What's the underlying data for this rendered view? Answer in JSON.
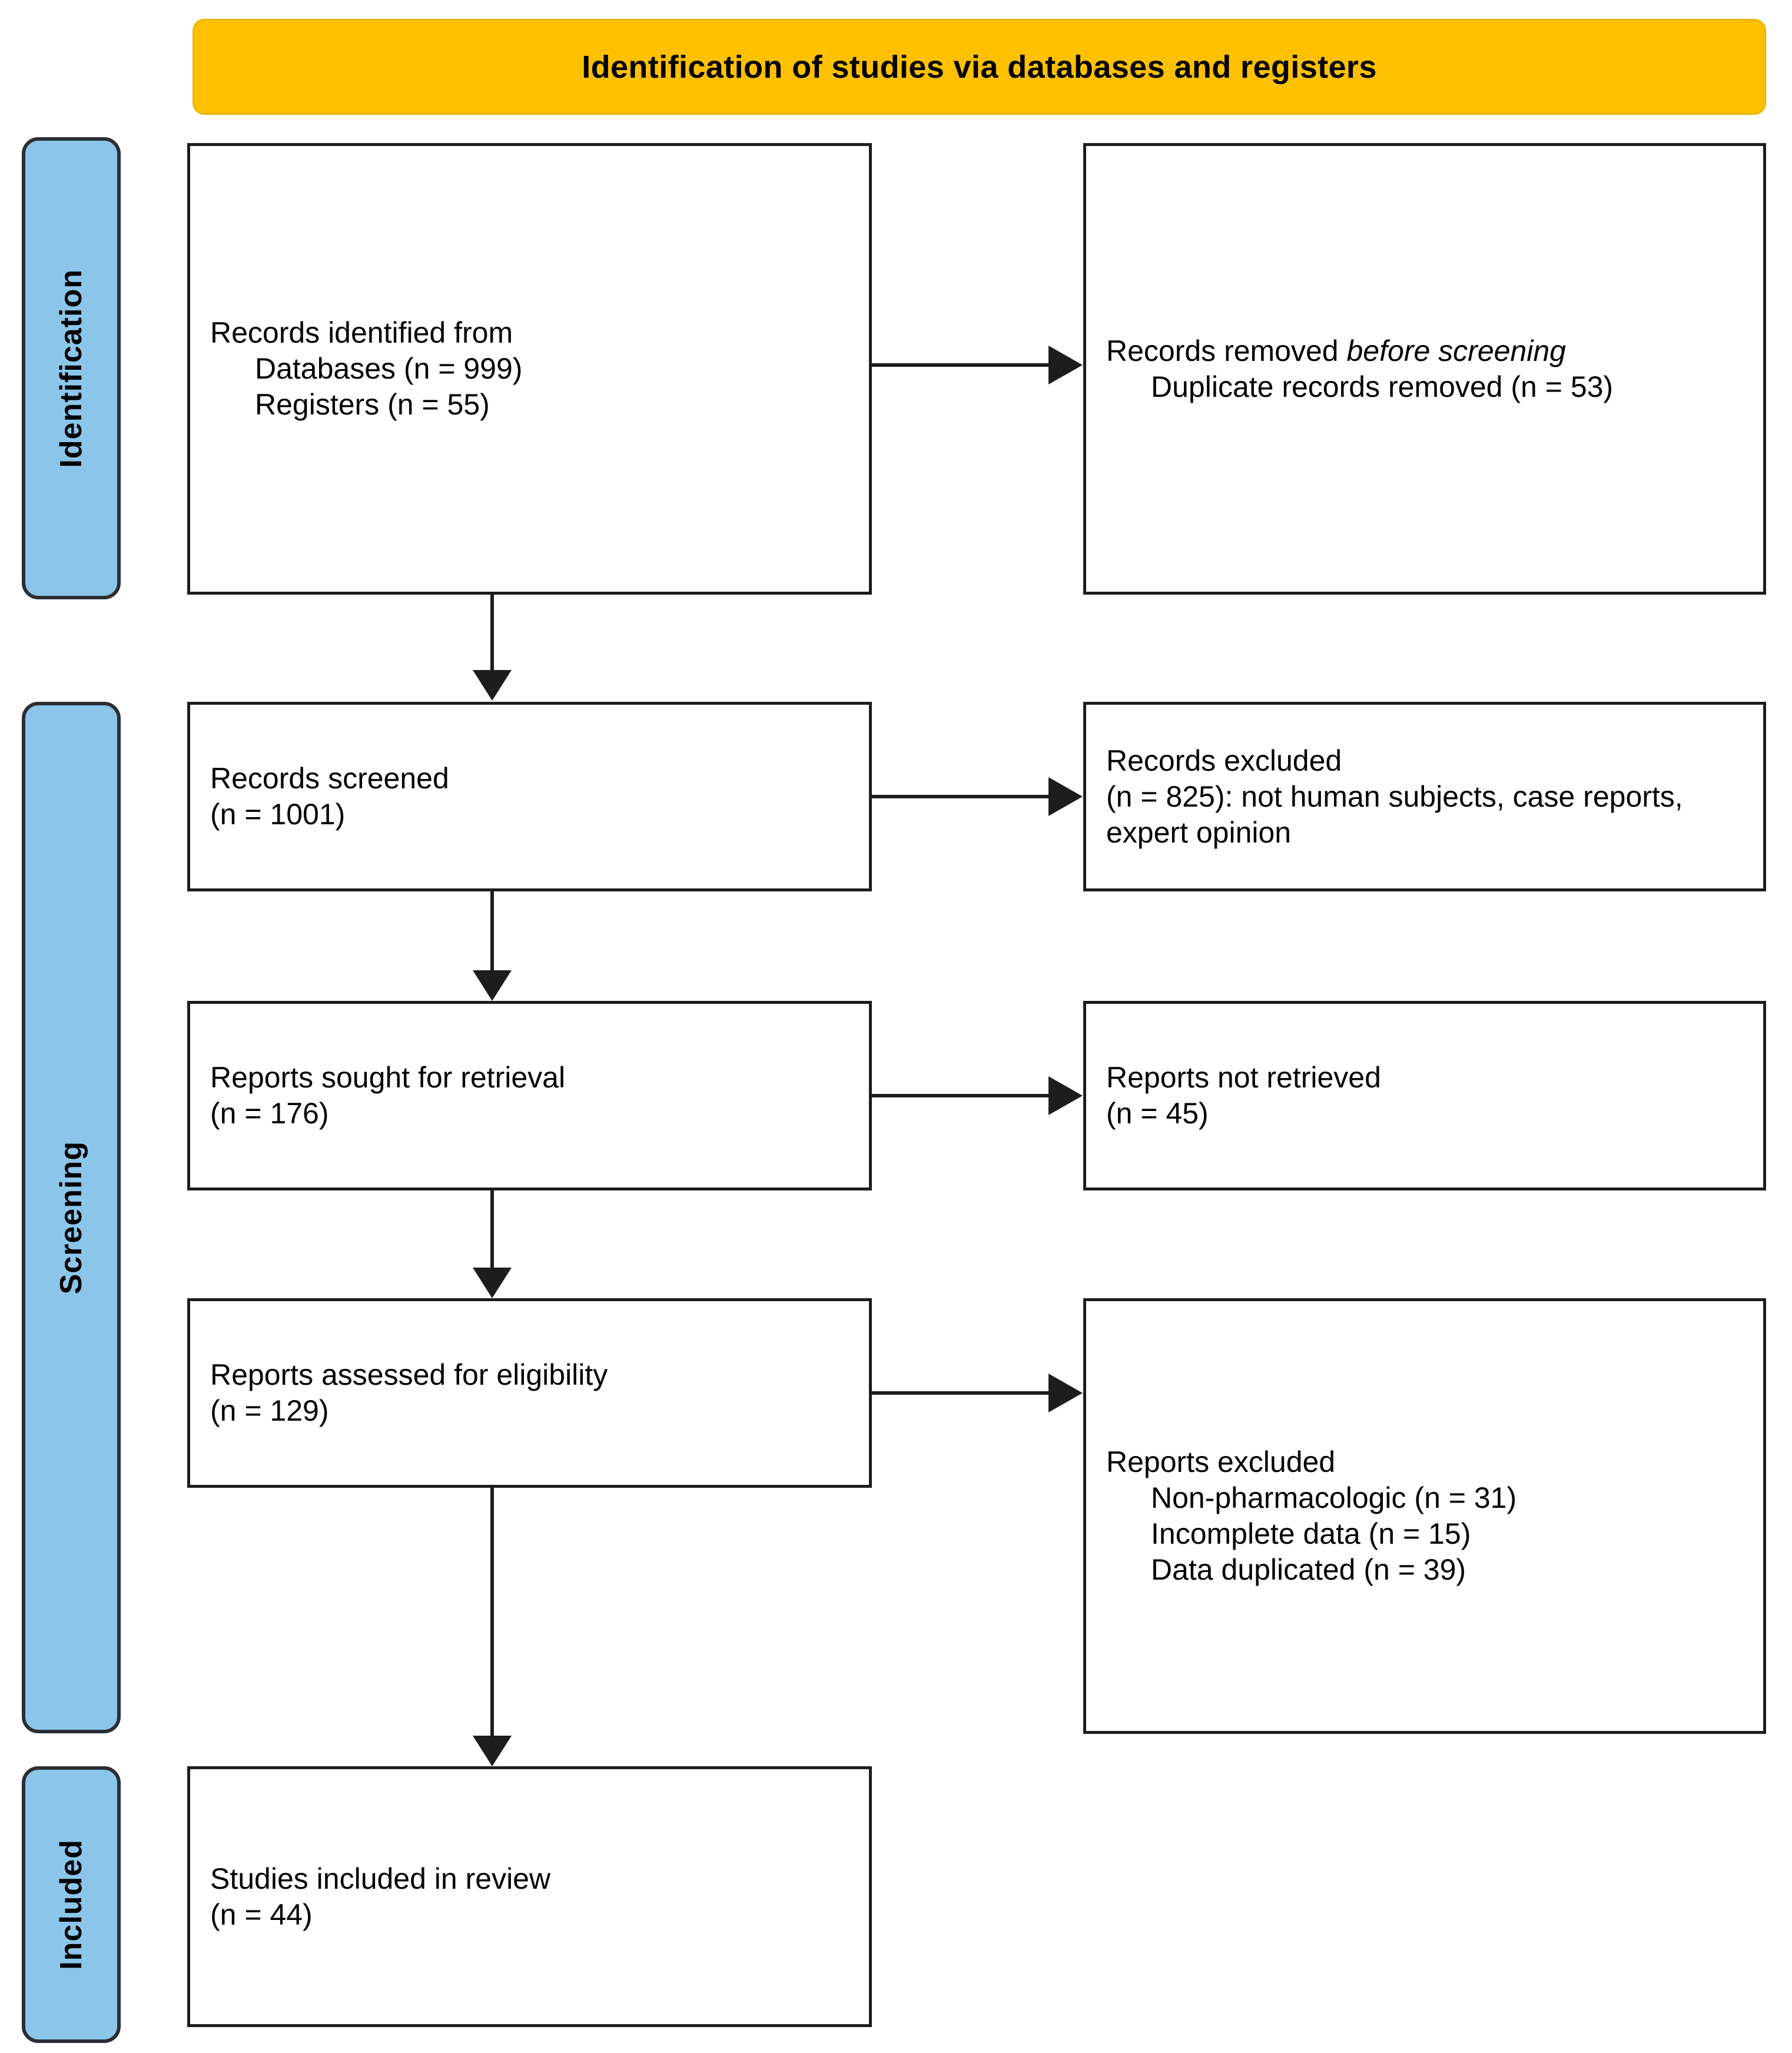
{
  "banner": {
    "title": "Identification of studies via databases and registers"
  },
  "stages": [
    {
      "key": "identification",
      "label": "Identification"
    },
    {
      "key": "screening",
      "label": "Screening"
    },
    {
      "key": "included",
      "label": "Included"
    }
  ],
  "boxes": {
    "identified": {
      "line1": "Records identified from",
      "line2": "Databases (n = 999)",
      "line3": "Registers (n = 55)"
    },
    "removed": {
      "line1_prefix": "Records removed ",
      "line1_italic": "before screening",
      "line2": "Duplicate records removed (n = 53)"
    },
    "screened": {
      "line1": "Records screened",
      "line2": "(n = 1001)"
    },
    "records_excluded": {
      "line1": "Records excluded",
      "line2": "(n = 825): not human subjects, case reports, expert opinion"
    },
    "sought": {
      "line1": "Reports sought for retrieval",
      "line2": "(n = 176)"
    },
    "not_retrieved": {
      "line1": "Reports not retrieved",
      "line2": "(n = 45)"
    },
    "assessed": {
      "line1": "Reports assessed for eligibility",
      "line2": "(n = 129)"
    },
    "reports_excluded": {
      "line1": "Reports excluded",
      "line2": "Non-pharmacologic (n = 31)",
      "line3": "Incomplete data (n = 15)",
      "line4": "Data duplicated (n = 39)"
    },
    "included": {
      "line1": "Studies included in review",
      "line2": "(n = 44)"
    }
  },
  "colors": {
    "banner_fill": "#ffc000",
    "stage_fill": "#8cc5ea",
    "box_border": "#1d1d1d",
    "text": "#000000"
  },
  "chart_data": {
    "type": "diagram",
    "title": "Identification of studies via databases and registers",
    "nodes": [
      {
        "id": "identified",
        "stage": "Identification",
        "column": "left",
        "databases_n": 999,
        "registers_n": 55
      },
      {
        "id": "removed",
        "stage": "Identification",
        "column": "right",
        "duplicate_records_removed_n": 53
      },
      {
        "id": "screened",
        "stage": "Screening",
        "column": "left",
        "n": 1001
      },
      {
        "id": "records_excluded",
        "stage": "Screening",
        "column": "right",
        "n": 825
      },
      {
        "id": "sought",
        "stage": "Screening",
        "column": "left",
        "n": 176
      },
      {
        "id": "not_retrieved",
        "stage": "Screening",
        "column": "right",
        "n": 45
      },
      {
        "id": "assessed",
        "stage": "Screening",
        "column": "left",
        "n": 129
      },
      {
        "id": "reports_excluded",
        "stage": "Screening",
        "column": "right",
        "non_pharmacologic_n": 31,
        "incomplete_data_n": 15,
        "data_duplicated_n": 39
      },
      {
        "id": "included",
        "stage": "Included",
        "column": "left",
        "n": 44
      }
    ],
    "edges": [
      {
        "from": "identified",
        "to": "removed",
        "direction": "right"
      },
      {
        "from": "identified",
        "to": "screened",
        "direction": "down"
      },
      {
        "from": "screened",
        "to": "records_excluded",
        "direction": "right"
      },
      {
        "from": "screened",
        "to": "sought",
        "direction": "down"
      },
      {
        "from": "sought",
        "to": "not_retrieved",
        "direction": "right"
      },
      {
        "from": "sought",
        "to": "assessed",
        "direction": "down"
      },
      {
        "from": "assessed",
        "to": "reports_excluded",
        "direction": "right"
      },
      {
        "from": "assessed",
        "to": "included",
        "direction": "down"
      }
    ]
  }
}
